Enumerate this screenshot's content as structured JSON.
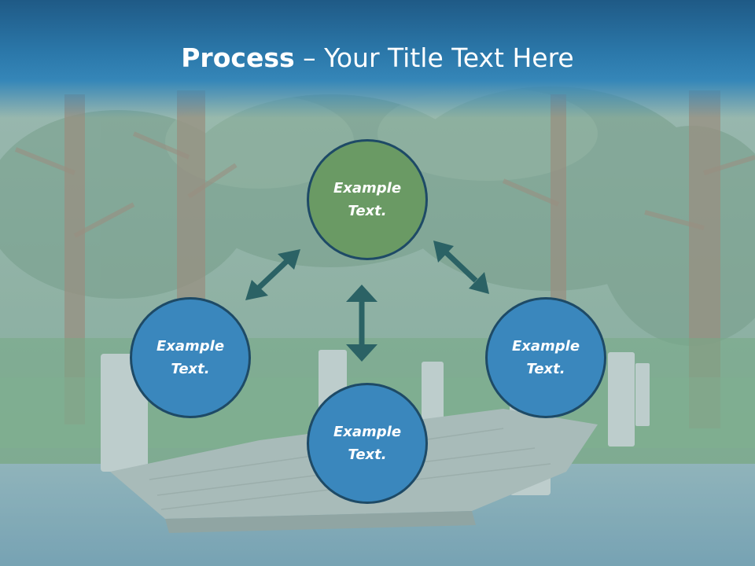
{
  "slide": {
    "title_bold": "Process",
    "title_rest": " – Your Title Text Here"
  },
  "nodes": [
    {
      "id": "top",
      "text": "Example\nText.",
      "color": "#6a9a64"
    },
    {
      "id": "left",
      "text": "Example\nText.",
      "color": "#3a87bd"
    },
    {
      "id": "bottom",
      "text": "Example\nText.",
      "color": "#3a87bd"
    },
    {
      "id": "right",
      "text": "Example\nText.",
      "color": "#3a87bd"
    }
  ],
  "colors": {
    "header": "#2b78aa",
    "arrow": "#2b6265",
    "node_border": "#1e4a66"
  },
  "icons": [
    "double-headed-arrow"
  ]
}
